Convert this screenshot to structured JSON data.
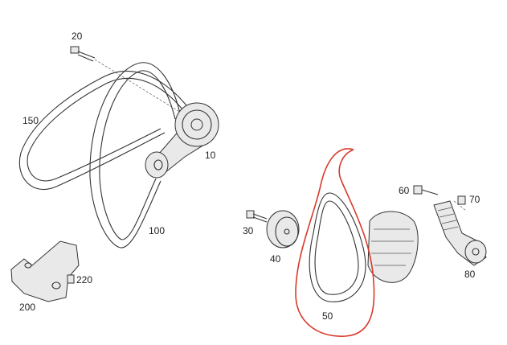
{
  "diagram": {
    "labels": {
      "bolt_top": "20",
      "belt_outer": "150",
      "tensioner_pulley": "10",
      "belt_inner": "100",
      "bolt_small": "220",
      "bracket": "200",
      "bolt_tensioner": "60",
      "bolt_right": "70",
      "bolt_pulley": "30",
      "pulley": "40",
      "tensioner_right": "80",
      "belt_highlighted": "50"
    },
    "colors": {
      "highlight": "#d93a2b",
      "line": "#333333"
    }
  }
}
